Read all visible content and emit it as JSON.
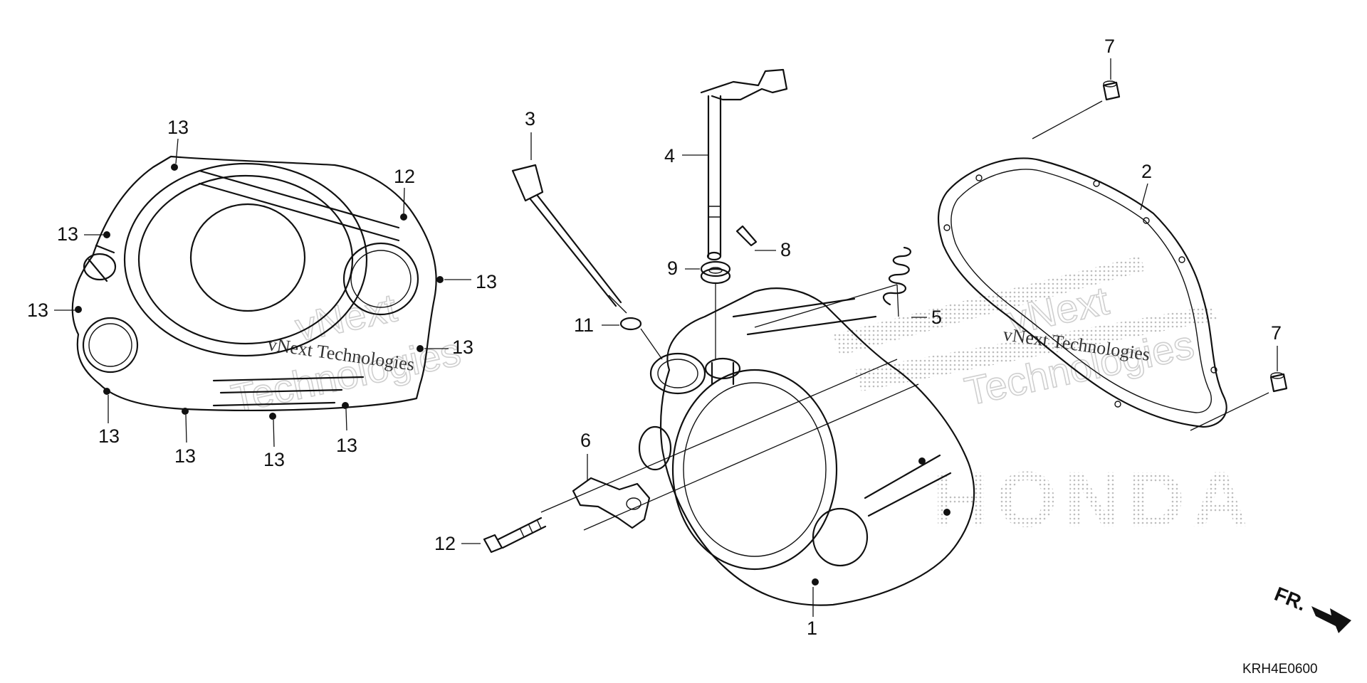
{
  "diagram": {
    "code": "KRH4E0600",
    "direction_label": "FR.",
    "watermark": {
      "line1": "vNext",
      "line2": "Technologies",
      "small": "vNext Technologies"
    },
    "brand_mark": "HONDA",
    "callouts": {
      "c1": "1",
      "c2": "2",
      "c3": "3",
      "c4": "4",
      "c5": "5",
      "c6": "6",
      "c7a": "7",
      "c7b": "7",
      "c8": "8",
      "c9": "9",
      "c11": "11",
      "c12a": "12",
      "c12b": "12",
      "c13": "13"
    }
  }
}
